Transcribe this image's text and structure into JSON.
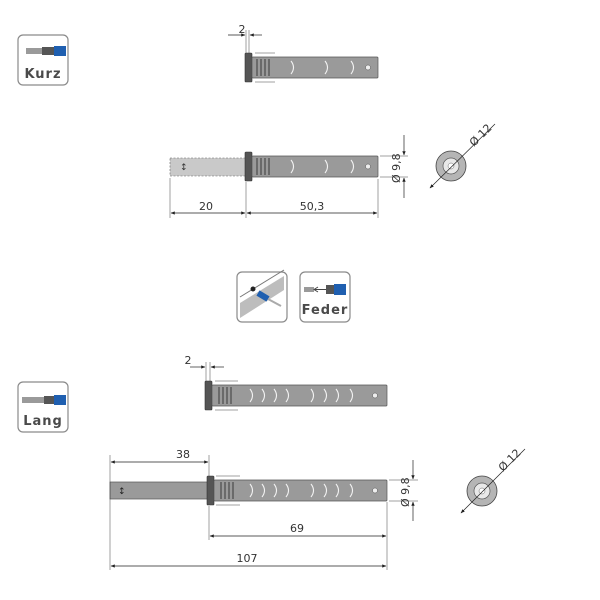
{
  "badges": {
    "kurz": "Kurz",
    "feder": "Feder",
    "lang": "Lang"
  },
  "kurz": {
    "gap": "2",
    "stroke": "20",
    "body_length": "50,3",
    "body_diameter": "Ø 9,8",
    "flange_diameter": "Ø 12"
  },
  "lang": {
    "gap": "2",
    "stroke": "38",
    "body_length": "69",
    "total_length": "107",
    "body_diameter": "Ø 9,8",
    "flange_diameter": "Ø 12"
  },
  "colors": {
    "accent_blue": "#1f5fb0",
    "body_grey": "#9a9a9a",
    "badge_border": "#8a8a8a"
  }
}
